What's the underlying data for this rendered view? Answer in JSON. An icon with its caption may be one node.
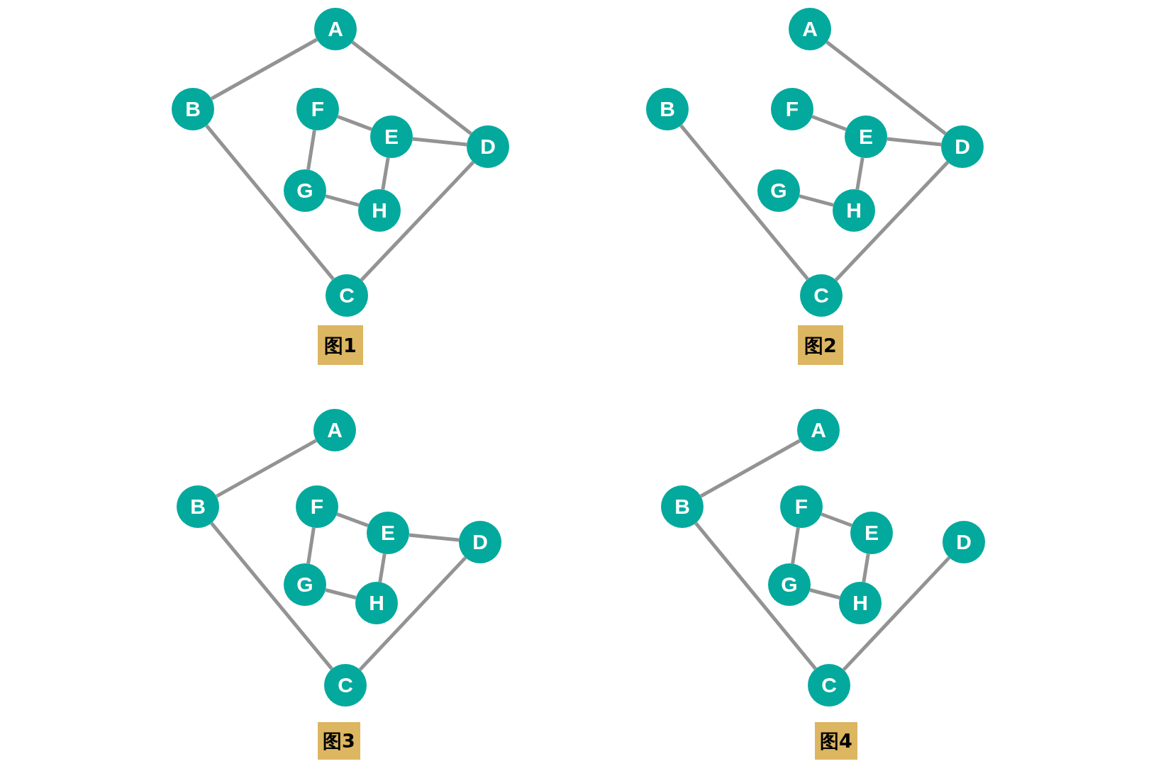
{
  "diagram": {
    "nodes": [
      {
        "text": [
          "A"
        ]
      },
      {
        "text": [
          "B"
        ]
      },
      {
        "text": [
          "F"
        ]
      },
      {
        "text": [
          "E"
        ]
      },
      {
        "text": [
          "D"
        ]
      },
      {
        "text": [
          "G"
        ]
      },
      {
        "text": [
          "H"
        ]
      },
      {
        "text": [
          "C"
        ]
      },
      {
        "text": [
          "图1"
        ]
      },
      {
        "text": [
          "A"
        ]
      },
      {
        "text": [
          "B"
        ]
      },
      {
        "text": [
          "F"
        ]
      },
      {
        "text": [
          "E"
        ]
      },
      {
        "text": [
          "D"
        ]
      },
      {
        "text": [
          "G"
        ]
      },
      {
        "text": [
          "H"
        ]
      },
      {
        "text": [
          "C"
        ]
      },
      {
        "text": [
          "图2"
        ]
      },
      {
        "text": [
          "A"
        ]
      },
      {
        "text": [
          "B"
        ]
      },
      {
        "text": [
          "F"
        ]
      },
      {
        "text": [
          "E"
        ]
      },
      {
        "text": [
          "D"
        ]
      },
      {
        "text": [
          "G"
        ]
      },
      {
        "text": [
          "H"
        ]
      },
      {
        "text": [
          "C"
        ]
      },
      {
        "text": [
          "图3"
        ]
      },
      {
        "text": [
          "A"
        ]
      },
      {
        "text": [
          "B"
        ]
      },
      {
        "text": [
          "F"
        ]
      },
      {
        "text": [
          "E"
        ]
      },
      {
        "text": [
          "D"
        ]
      },
      {
        "text": [
          "G"
        ]
      },
      {
        "text": [
          "H"
        ]
      },
      {
        "text": [
          "C"
        ]
      },
      {
        "text": [
          "图4"
        ]
      }
    ],
    "edges": [
      {
        "from": 0,
        "to": 1,
        "arrow": "none"
      },
      {
        "from": 0,
        "to": 4,
        "arrow": "none"
      },
      {
        "from": 1,
        "to": 7,
        "arrow": "none"
      },
      {
        "from": 4,
        "to": 7,
        "arrow": "none"
      },
      {
        "from": 2,
        "to": 3,
        "arrow": "none"
      },
      {
        "from": 2,
        "to": 5,
        "arrow": "none"
      },
      {
        "from": 3,
        "to": 4,
        "arrow": "none"
      },
      {
        "from": 3,
        "to": 6,
        "arrow": "none"
      },
      {
        "from": 5,
        "to": 6,
        "arrow": "none"
      },
      {
        "from": 9,
        "to": 13,
        "arrow": "none"
      },
      {
        "from": 10,
        "to": 16,
        "arrow": "none"
      },
      {
        "from": 13,
        "to": 16,
        "arrow": "none"
      },
      {
        "from": 11,
        "to": 12,
        "arrow": "none"
      },
      {
        "from": 12,
        "to": 13,
        "arrow": "none"
      },
      {
        "from": 12,
        "to": 15,
        "arrow": "none"
      },
      {
        "from": 14,
        "to": 15,
        "arrow": "none"
      },
      {
        "from": 18,
        "to": 19,
        "arrow": "none"
      },
      {
        "from": 19,
        "to": 25,
        "arrow": "none"
      },
      {
        "from": 22,
        "to": 25,
        "arrow": "none"
      },
      {
        "from": 20,
        "to": 21,
        "arrow": "none"
      },
      {
        "from": 20,
        "to": 23,
        "arrow": "none"
      },
      {
        "from": 21,
        "to": 22,
        "arrow": "none"
      },
      {
        "from": 21,
        "to": 24,
        "arrow": "none"
      },
      {
        "from": 23,
        "to": 24,
        "arrow": "none"
      },
      {
        "from": 27,
        "to": 28,
        "arrow": "none"
      },
      {
        "from": 28,
        "to": 34,
        "arrow": "none"
      },
      {
        "from": 31,
        "to": 34,
        "arrow": "none"
      },
      {
        "from": 29,
        "to": 30,
        "arrow": "none"
      },
      {
        "from": 29,
        "to": 32,
        "arrow": "none"
      },
      {
        "from": 30,
        "to": 33,
        "arrow": "none"
      },
      {
        "from": 32,
        "to": 33,
        "arrow": "none"
      }
    ]
  }
}
